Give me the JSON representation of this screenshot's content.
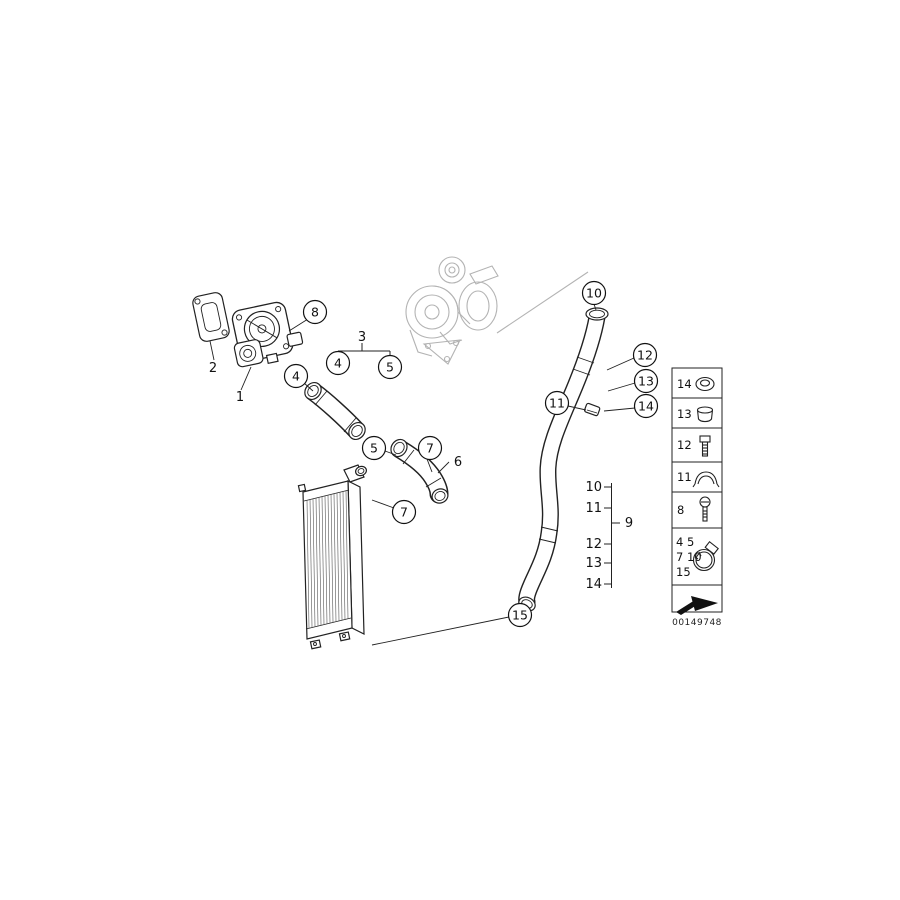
{
  "figure": {
    "kind": "parts-diagram",
    "image_number": "00149748"
  },
  "callouts": {
    "circled": [
      {
        "label": "8"
      },
      {
        "label": "4"
      },
      {
        "label": "4"
      },
      {
        "label": "5"
      },
      {
        "label": "5"
      },
      {
        "label": "7"
      },
      {
        "label": "7"
      },
      {
        "label": "10"
      },
      {
        "label": "11"
      },
      {
        "label": "12"
      },
      {
        "label": "13"
      },
      {
        "label": "14"
      },
      {
        "label": "15"
      }
    ],
    "plain": [
      {
        "label": "2"
      },
      {
        "label": "1"
      },
      {
        "label": "3"
      },
      {
        "label": "6"
      },
      {
        "label": "10"
      },
      {
        "label": "11"
      },
      {
        "label": "9"
      },
      {
        "label": "12"
      },
      {
        "label": "13"
      },
      {
        "label": "14"
      }
    ]
  },
  "legend": {
    "rows": [
      {
        "number": "14",
        "icon": "grommet-icon"
      },
      {
        "number": "13",
        "icon": "cap-icon"
      },
      {
        "number": "12",
        "icon": "bolt-icon"
      },
      {
        "number": "11",
        "icon": "clip-icon"
      },
      {
        "number": "8",
        "icon": "screw-icon"
      },
      {
        "line1": "4 5",
        "line2": "7 10",
        "line3": "15",
        "icon": "hose-clamp-icon"
      }
    ],
    "footer_icon": "direction-arrow-icon",
    "image_number": "00149748"
  }
}
